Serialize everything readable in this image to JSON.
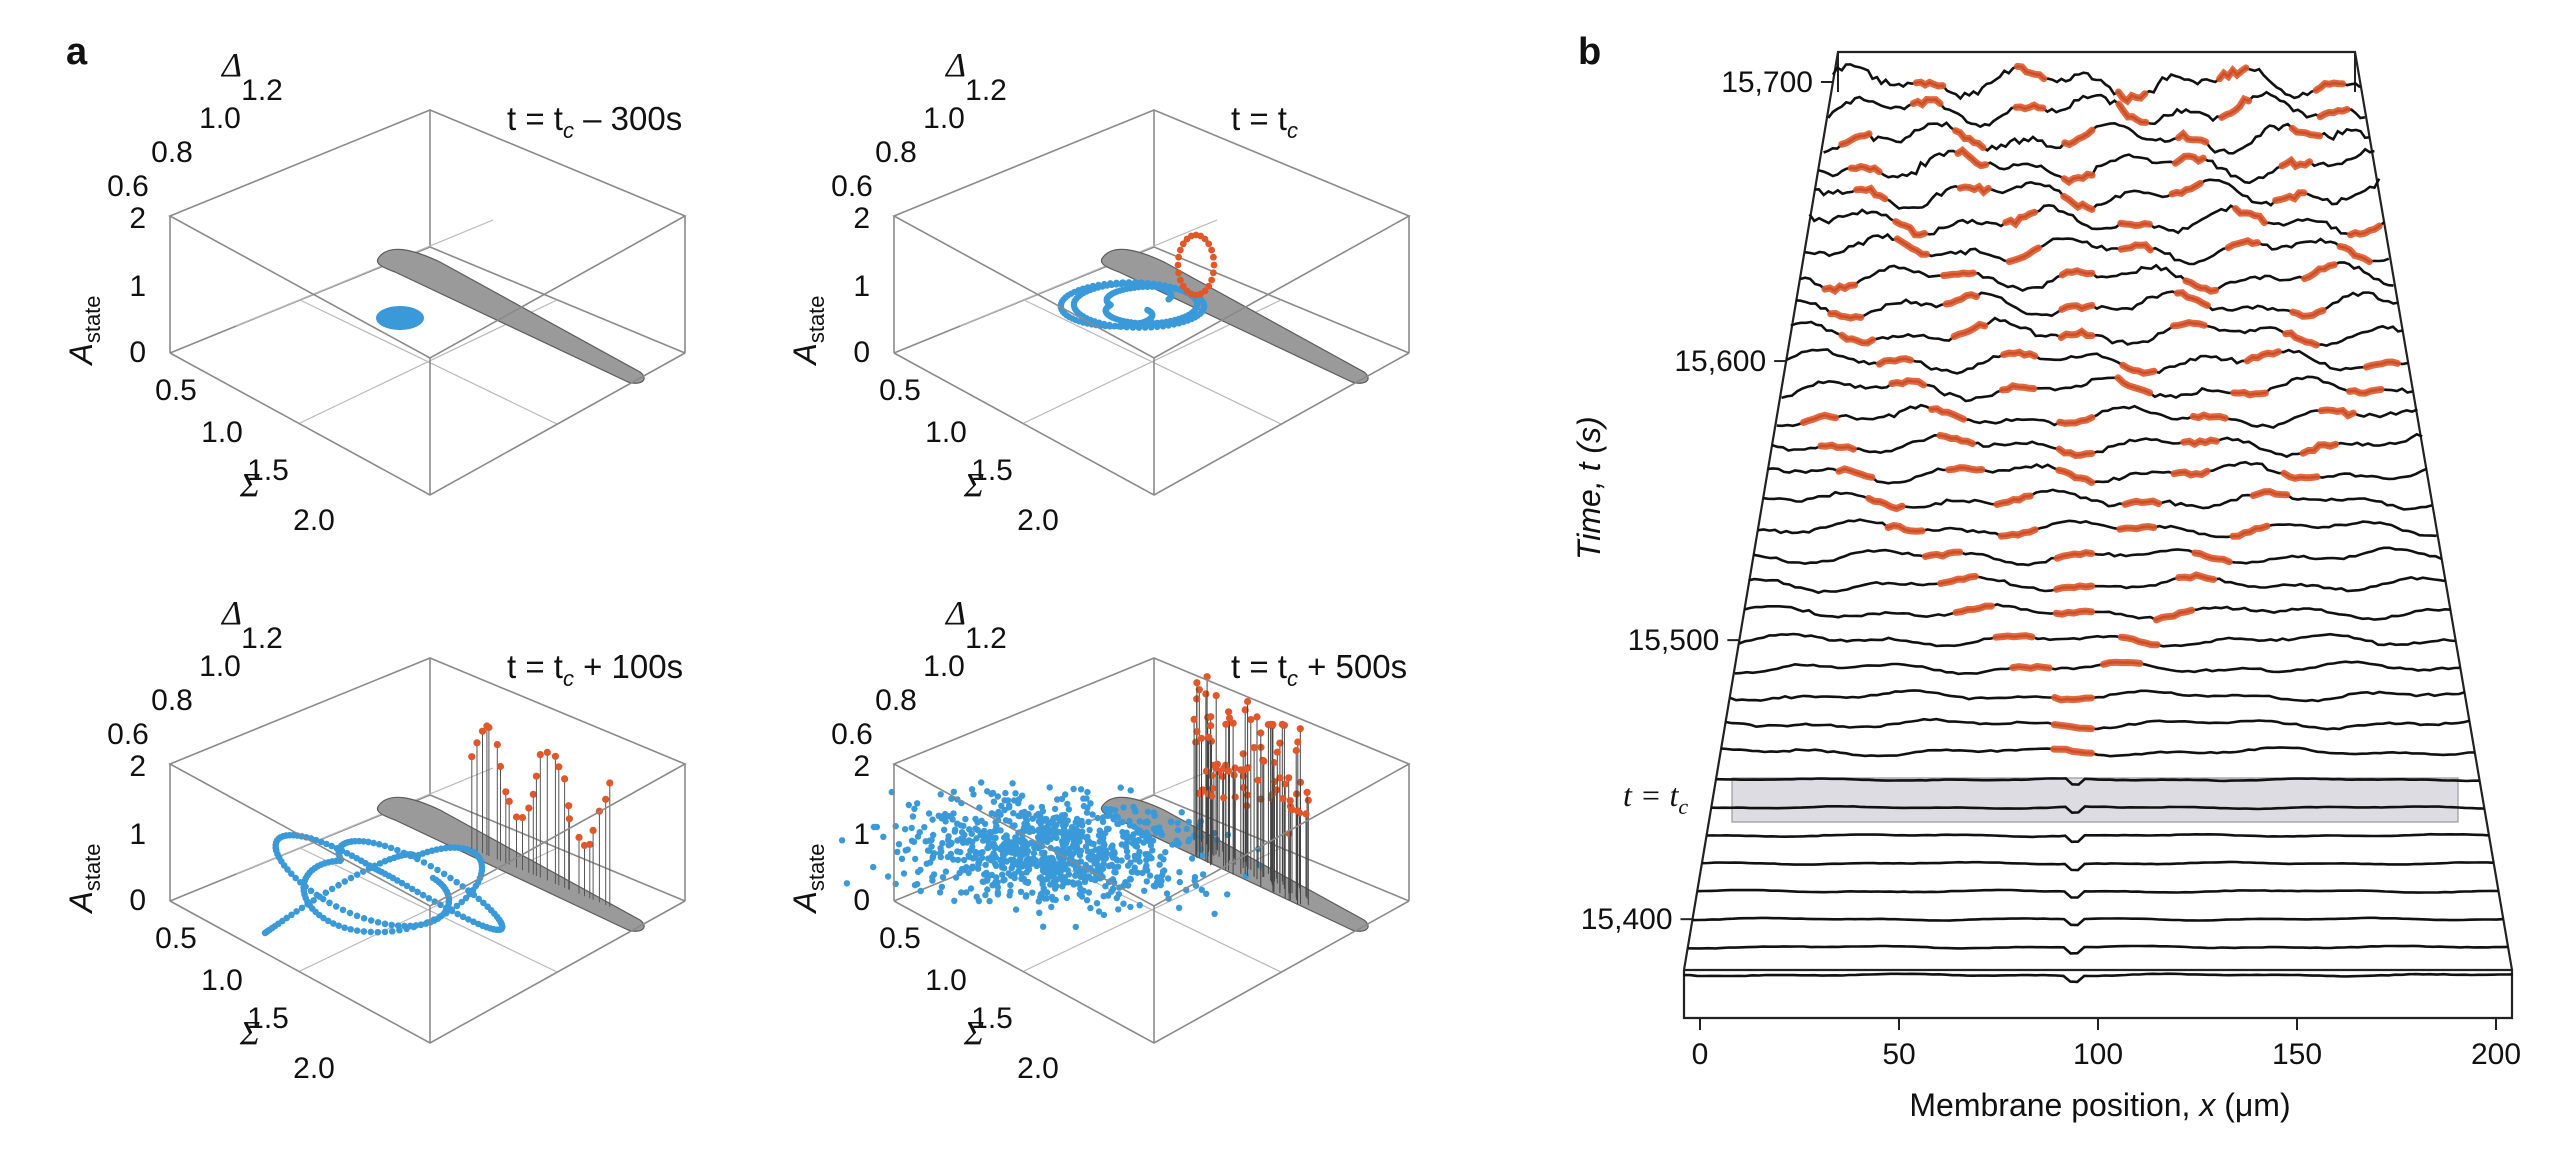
{
  "panel_a": {
    "label": "a",
    "axis_labels": {
      "delta": "Δ",
      "sigma": "Σ",
      "a_state_main": "A",
      "a_state_sub": "state"
    },
    "delta_ticks": [
      "0.6",
      "0.8",
      "1.0",
      "1.2"
    ],
    "sigma_ticks": [
      "0.5",
      "1.0",
      "1.5",
      "2.0"
    ],
    "a_ticks": [
      "0",
      "1",
      "2"
    ],
    "subplots": [
      {
        "title_main": "t = t",
        "title_sub": "c",
        "title_tail": " – 300s",
        "state": "pre"
      },
      {
        "title_main": "t = t",
        "title_sub": "c",
        "title_tail": "",
        "state": "critical"
      },
      {
        "title_main": "t = t",
        "title_sub": "c",
        "title_tail": " + 100s",
        "state": "post100"
      },
      {
        "title_main": "t = t",
        "title_sub": "c",
        "title_tail": " + 500s",
        "state": "post500"
      }
    ],
    "colors": {
      "trajectory": "#3a9ad9",
      "spikes": "#e0572a",
      "manifold": "#9a9a9a",
      "box": "#8a8a8a"
    }
  },
  "panel_b": {
    "label": "b",
    "y_label_main": "Time, ",
    "y_label_var": "t",
    "y_label_unit": " (s)",
    "x_label_main": "Membrane position, ",
    "x_label_var": "x",
    "x_label_unit": " (μm)",
    "y_ticks": [
      "15,400",
      "15,500",
      "15,600",
      "15,700"
    ],
    "x_ticks": [
      "0",
      "50",
      "100",
      "150",
      "200"
    ],
    "tc_label_main": "t = t",
    "tc_label_sub": "c",
    "colors": {
      "trace": "#111111",
      "highlight": "#e0572a",
      "band": "#dcdce2"
    }
  },
  "chart_data": [
    {
      "type": "scatter",
      "title": "t = tc – 300s",
      "xlabel": "Σ",
      "ylabel": "Δ",
      "zlabel": "Astate",
      "xlim": [
        0.5,
        2.0
      ],
      "ylim": [
        0.6,
        1.2
      ],
      "zlim": [
        0,
        2
      ]
    },
    {
      "type": "scatter",
      "title": "t = tc",
      "xlabel": "Σ",
      "ylabel": "Δ",
      "zlabel": "Astate",
      "xlim": [
        0.5,
        2.0
      ],
      "ylim": [
        0.6,
        1.2
      ],
      "zlim": [
        0,
        2
      ]
    },
    {
      "type": "scatter",
      "title": "t = tc + 100s",
      "xlabel": "Σ",
      "ylabel": "Δ",
      "zlabel": "Astate",
      "xlim": [
        0.5,
        2.0
      ],
      "ylim": [
        0.6,
        1.2
      ],
      "zlim": [
        0,
        2
      ]
    },
    {
      "type": "scatter",
      "title": "t = tc + 500s",
      "xlabel": "Σ",
      "ylabel": "Δ",
      "zlabel": "Astate",
      "xlim": [
        0.5,
        2.0
      ],
      "ylim": [
        0.6,
        1.2
      ],
      "zlim": [
        0,
        2
      ]
    },
    {
      "type": "line",
      "xlabel": "Membrane position, x (μm)",
      "ylabel": "Time, t (s)",
      "xlim": [
        0,
        200
      ],
      "ylim": [
        15380,
        15710
      ],
      "x_ticks": [
        0,
        50,
        100,
        150,
        200
      ],
      "y_ticks": [
        15400,
        15500,
        15600,
        15700
      ],
      "tc": 15459,
      "trace_times_start": 15380,
      "trace_times_end": 15700,
      "trace_count": 33
    }
  ]
}
